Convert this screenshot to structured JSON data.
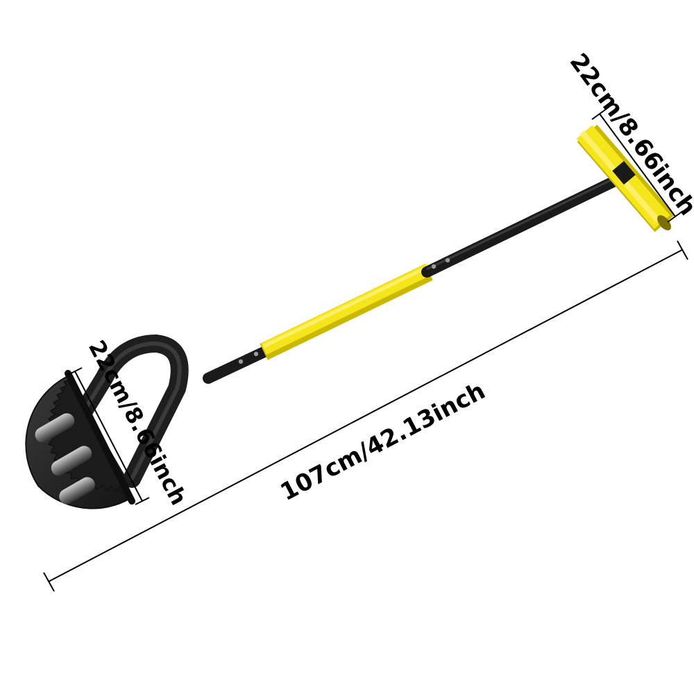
{
  "measurements": {
    "total_length": "107cm/42.13inch",
    "handle_width": "22cm/8.66inch",
    "blade_width": "22cm/8.66inch"
  },
  "colors": {
    "grip": "#f5e51b",
    "shaft": "#2a2a2a",
    "blade": "#1b1b1b",
    "dimension_line": "#000000"
  }
}
